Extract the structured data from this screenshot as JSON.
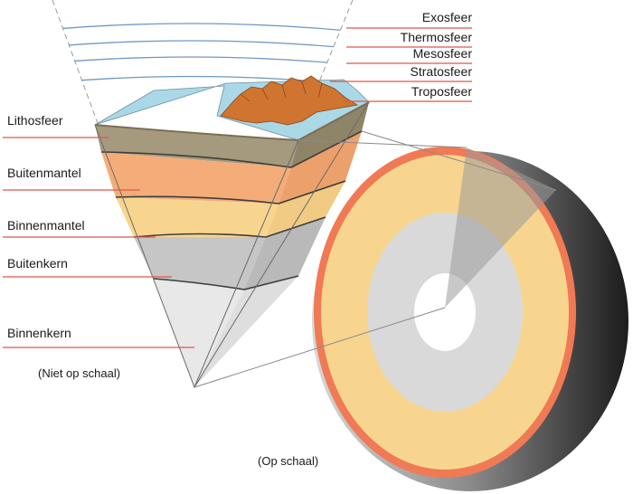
{
  "atmosphere_labels": {
    "exosphere": "Exosfeer",
    "thermosphere": "Thermosfeer",
    "mesosphere": "Mesosfeer",
    "stratosphere": "Stratosfeer",
    "troposphere": "Troposfeer"
  },
  "earth_labels": {
    "lithosphere": "Lithosfeer",
    "outer_mantle": "Buitenmantel",
    "inner_mantle": "Binnenmantel",
    "outer_core": "Buitenkern",
    "inner_core": "Binnenkern"
  },
  "notes": {
    "not_to_scale": "(Niet op schaal)",
    "to_scale": "(Op schaal)"
  },
  "colors": {
    "leader_line": "#e0564a",
    "lithosphere": "#a59a7e",
    "outer_mantle": "#f4ad78",
    "inner_mantle": "#f8d58e",
    "outer_core": "#c6c6c6",
    "inner_core": "#e8e8e8",
    "ocean": "#aad8e6",
    "crust_red": "#f07a55",
    "mountains": "#cf7530"
  }
}
